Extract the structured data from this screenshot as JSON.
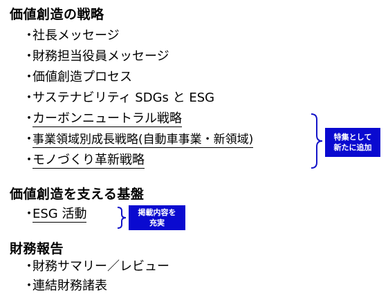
{
  "sections": [
    {
      "heading": "価値創造の戦略",
      "items": [
        {
          "bullet": "・",
          "label": "社長メッセージ"
        },
        {
          "bullet": "・",
          "label": "財務担当役員メッセージ"
        },
        {
          "bullet": "・",
          "label": "価値創造プロセス"
        },
        {
          "bullet": "・",
          "label": "サステナビリティ SDGs と ESG"
        },
        {
          "bullet": "・",
          "label": "カーボンニュートラル戦略"
        },
        {
          "bullet": "・",
          "label": "事業領域別成長戦略(自動車事業・新領域)"
        },
        {
          "bullet": "・",
          "label": "モノづくり革新戦略"
        }
      ],
      "callout": {
        "line1": "特集として",
        "line2": "新たに追加"
      }
    },
    {
      "heading": "価値創造を支える基盤",
      "items": [
        {
          "bullet": "・",
          "label": "ESG 活動"
        }
      ],
      "callout": {
        "line1": "掲載内容を",
        "line2": "充実"
      }
    },
    {
      "heading": "財務報告",
      "items": [
        {
          "bullet": "・",
          "label": "財務サマリー／レビュー"
        },
        {
          "bullet": "・",
          "label": "連結財務諸表"
        }
      ]
    }
  ],
  "colors": {
    "callout_bg": "#0a0ad0",
    "brace": "#1414c8"
  }
}
